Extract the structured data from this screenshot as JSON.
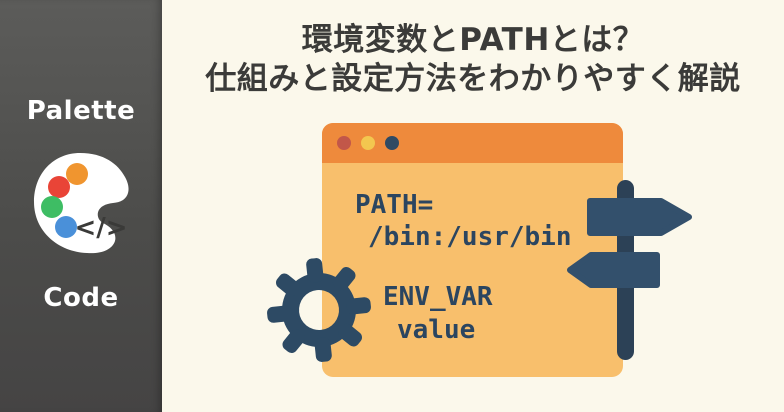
{
  "page": {
    "background": "#FBF8EB"
  },
  "sidebar": {
    "background_top": "#5C5C5A",
    "background_bottom": "#454444",
    "top_label": "Palette",
    "bottom_label": "Code",
    "logo": {
      "code_glyph": "</>",
      "dot_colors": {
        "orange": "#F0952F",
        "red": "#E94437",
        "green": "#3EBD64",
        "blue": "#4A90D9"
      }
    }
  },
  "title": {
    "line1": "環境変数とPATHとは？",
    "line2": "仕組みと設定方法をわかりやすく解説",
    "color": "#3B3B39"
  },
  "illustration": {
    "terminal_window": {
      "header_color": "#EE8A3C",
      "body_color": "#F8BF6C",
      "traffic_dot_colors": [
        "#C25749",
        "#F3C74F",
        "#2F4A63"
      ],
      "code_lines": [
        "PATH=",
        "/bin:/usr/bin",
        "ENV_VAR",
        "value"
      ],
      "code_color": "#2B4560"
    },
    "gear_color": "#2D4A64",
    "signpost": {
      "pole_color": "#2C4156",
      "sign_color": "#33506C"
    }
  }
}
